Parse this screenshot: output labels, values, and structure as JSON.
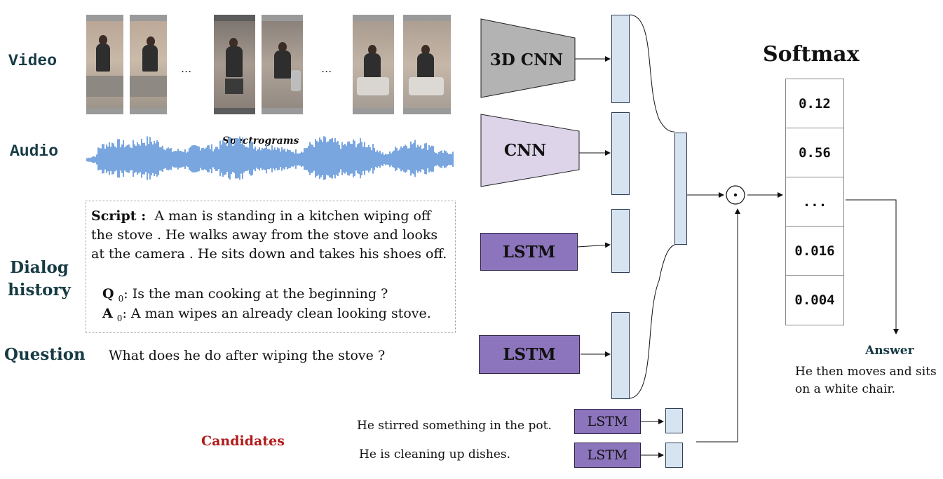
{
  "rows": {
    "video": "Video",
    "audio": "Audio",
    "dialog_history": [
      "Dialog",
      "history"
    ],
    "question": "Question",
    "candidates": "Candidates"
  },
  "video_strip": {
    "ellipsis_1": "...",
    "ellipsis_2": "..."
  },
  "audio_strip": {
    "caption": "Spectrograms",
    "waveform_color": "#7aa6e0"
  },
  "dialog": {
    "script_label": "Script :",
    "script_text": "A man is standing in a kitchen wiping off the stove . He walks away from the stove and looks at the camera . He sits down and takes his shoes off.",
    "q0_label": "Q",
    "q0_sub": "0",
    "q0_text": ": Is the man cooking at the beginning ?",
    "a0_label": "A",
    "a0_sub": "0",
    "a0_text": ": A man wipes an already clean looking stove."
  },
  "question_text": "What does he do after wiping the stove ?",
  "candidates": [
    "He stirred something in the pot.",
    "He is cleaning up dishes."
  ],
  "encoders": {
    "cnn3d": "3D CNN",
    "cnn": "CNN",
    "lstm_dialog": "LSTM",
    "lstm_question": "LSTM",
    "lstm_cand_1": "LSTM",
    "lstm_cand_2": "LSTM"
  },
  "fusion_symbol": "⊙",
  "softmax": {
    "title": "Softmax",
    "cells": [
      "0.12",
      "0.56",
      "...",
      "0.016",
      "0.004"
    ]
  },
  "answer": {
    "title": "Answer",
    "text": [
      "He then moves and sits",
      "on a white chair."
    ]
  },
  "colors": {
    "side_labels": "#163a44",
    "candidates_label": "#b01a1a",
    "cnn3d_fill": "#b3b3b3",
    "cnn_fill": "#ddd4ea",
    "lstm_fill": "#8c75bc",
    "feature_bar_fill": "#d6e4f2"
  }
}
